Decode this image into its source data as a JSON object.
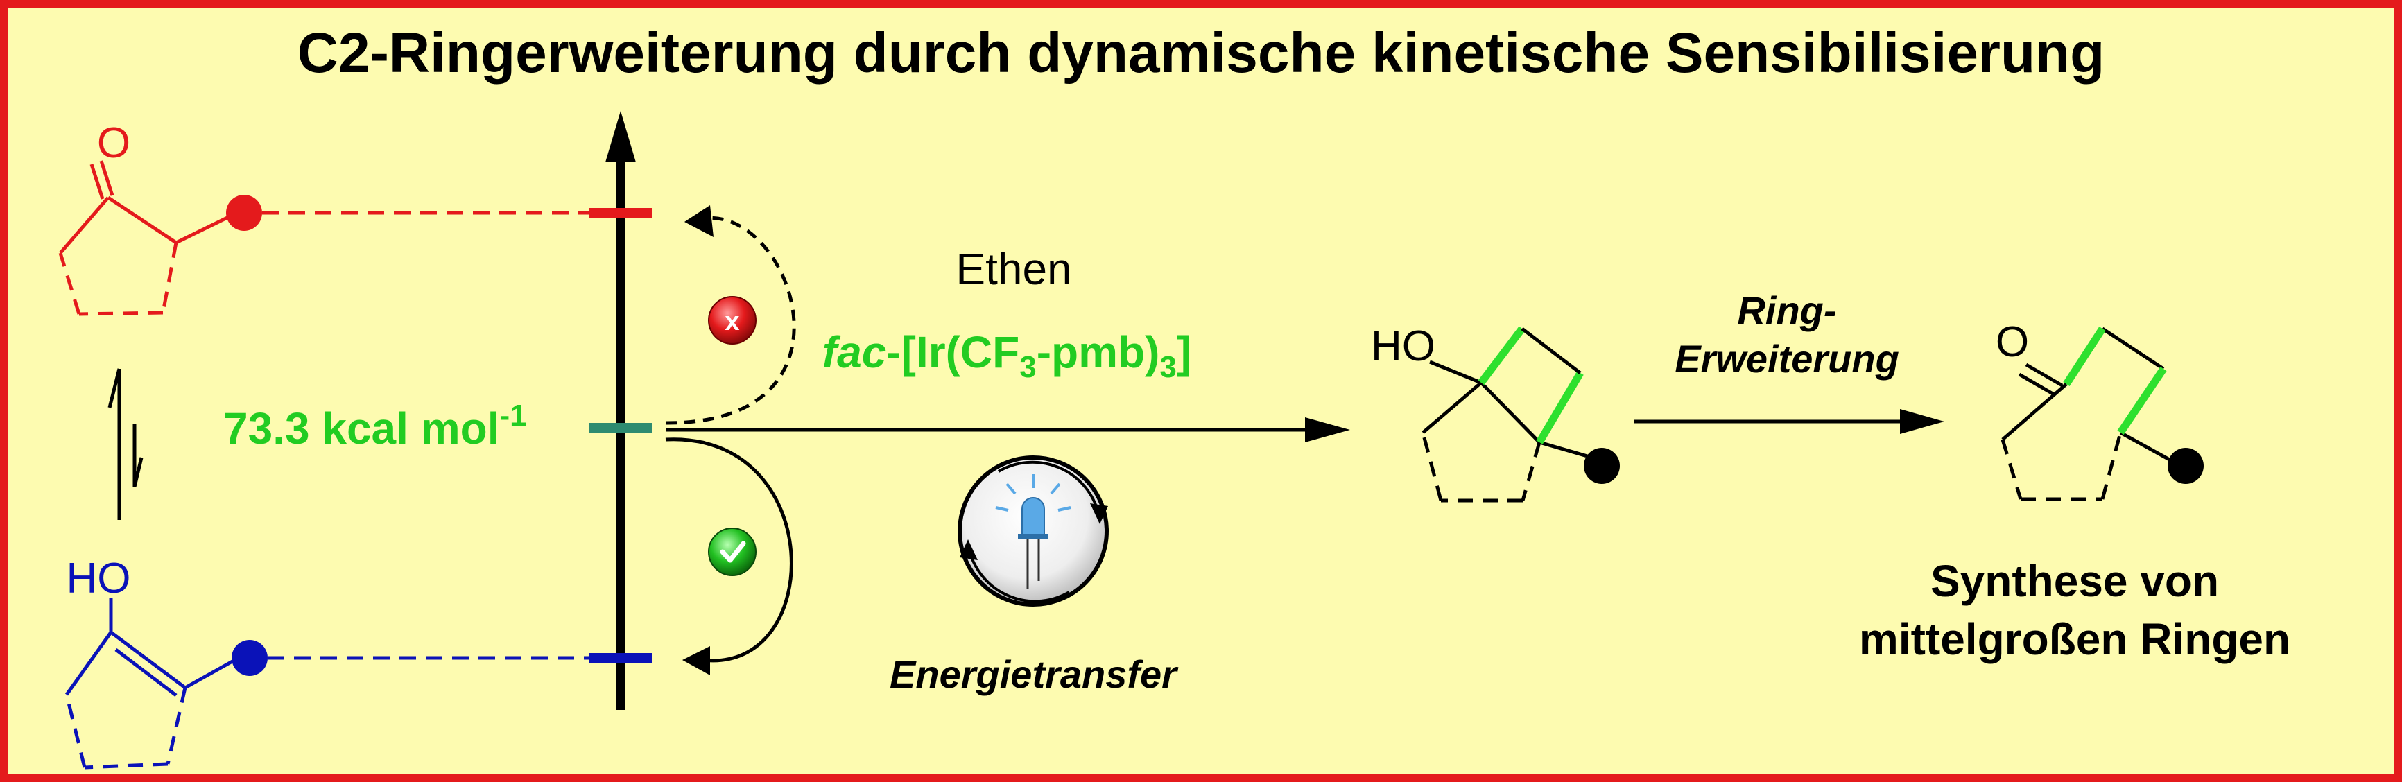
{
  "title": "C2-Ringerweiterung durch dynamische kinetische Sensibilisierung",
  "colors": {
    "background": "#fdfbb0",
    "border": "#e41a1c",
    "ketone": "#e41a1c",
    "enol": "#0a12b8",
    "energy_level_mid": "#2e8b70",
    "highlight_bond": "#2ee02e",
    "energy_label": "#22cc22"
  },
  "energy": {
    "value": "73.3 kcal mol",
    "exponent": "-1"
  },
  "atoms": {
    "ketone_oxygen": "O",
    "enol_hydroxy": "HO",
    "cyclobutanol_hydroxy": "HO",
    "product_oxygen": "O"
  },
  "conditions": {
    "reagent": "Ethen",
    "catalyst": {
      "prefix": "fac",
      "part1": "-[Ir(CF",
      "sub1": "3",
      "part2": "-pmb)",
      "sub2": "3",
      "part3": "]"
    },
    "mechanism": "Energietransfer"
  },
  "step2": {
    "line1": "Ring-",
    "line2": "Erweiterung"
  },
  "result": {
    "line1": "Synthese von",
    "line2": "mittelgroßen Ringen"
  },
  "icons": {
    "blocked": "cross-badge-icon",
    "allowed": "check-badge-icon",
    "light": "led-light-icon"
  }
}
